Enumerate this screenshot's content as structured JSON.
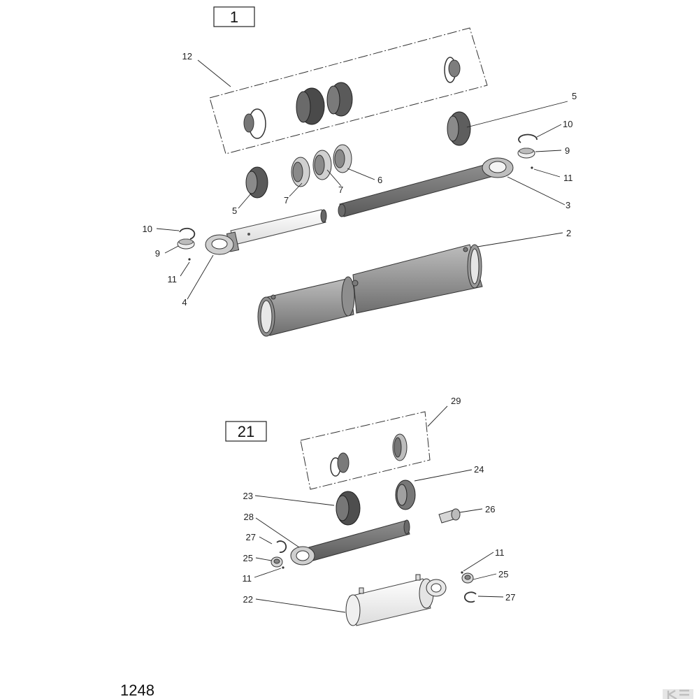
{
  "diagram": {
    "groups": [
      {
        "id": "1",
        "label": "1"
      },
      {
        "id": "21",
        "label": "21"
      }
    ],
    "page_number": "1248",
    "callouts": {
      "c12": "12",
      "c5a": "5",
      "c10a": "10",
      "c9a": "9",
      "c11a": "11",
      "c6": "6",
      "c7a": "7",
      "c7b": "7",
      "c5b": "5",
      "c3": "3",
      "c10b": "10",
      "c9b": "9",
      "c11b": "11",
      "c4": "4",
      "c2": "2",
      "c29": "29",
      "c24": "24",
      "c23": "23",
      "c26": "26",
      "c28": "28",
      "c27a": "27",
      "c25a": "25",
      "c11c": "11",
      "c22": "22",
      "c11d": "11",
      "c25b": "25",
      "c27b": "27"
    },
    "colors": {
      "part_gray": "#8a8a8a",
      "part_dark": "#555555",
      "part_light": "#f4f4f4",
      "line": "#222222"
    }
  }
}
